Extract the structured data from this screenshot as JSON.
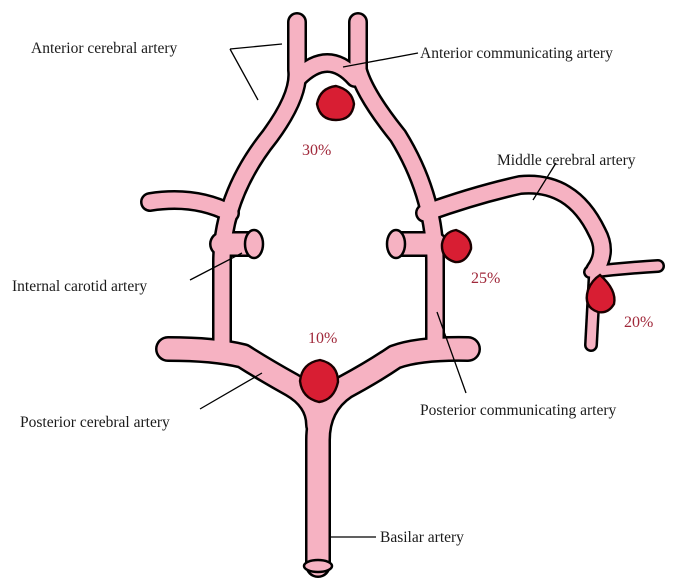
{
  "colors": {
    "artery_fill": "#f6b2c2",
    "artery_outline": "#000000",
    "aneurysm": "#d81e33",
    "percent_text": "#a0283a"
  },
  "labels": {
    "anterior_cerebral": "Anterior cerebral artery",
    "anterior_communicating": "Anterior communicating artery",
    "middle_cerebral": "Middle cerebral artery",
    "internal_carotid": "Internal carotid artery",
    "posterior_cerebral": "Posterior cerebral artery",
    "posterior_communicating": "Posterior communicating artery",
    "basilar": "Basilar artery"
  },
  "aneurysm_percentages": {
    "anterior_communicating": "30%",
    "posterior_communicating": "25%",
    "middle_cerebral": "20%",
    "basilar_tip": "10%"
  }
}
